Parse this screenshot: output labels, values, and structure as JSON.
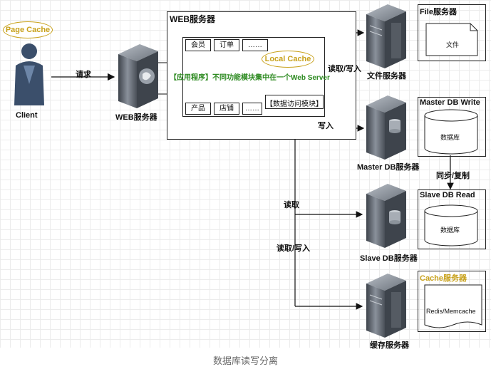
{
  "client": {
    "label": "Client",
    "page_cache": "Page Cache"
  },
  "request_label": "请求",
  "web_server": {
    "label": "WEB服务器",
    "box_title": "WEB服务器",
    "row1": [
      "会员",
      "订单",
      "……"
    ],
    "row2": [
      "产品",
      "店铺",
      "……"
    ],
    "local_cache": "Local Cache",
    "app_text": "【应用程序】不同功能模块集中在一个Web Server",
    "data_access": "【数据访问模块】"
  },
  "file_server": {
    "label": "文件服务器",
    "panel_title": "File服务器",
    "doc": "文件",
    "edge_label": "读取/写入"
  },
  "master_db": {
    "label": "Master DB服务器",
    "panel_title": "Master DB Write",
    "db": "数据库",
    "edge_label": "写入"
  },
  "sync_label": "同步/复制",
  "slave_db": {
    "label": "Slave DB服务器",
    "panel_title": "Slave DB Read",
    "db": "数据库",
    "edge_label": "读取"
  },
  "cache_server": {
    "label": "缓存服务器",
    "panel_title": "Cache服务器",
    "content": "Redis/Memcache",
    "edge_label": "读取/写入"
  },
  "caption": "数据库读写分离",
  "colors": {
    "green": "#2e8b22",
    "gold": "#c8a11b",
    "server_gray": "#5f6670",
    "client_blue": "#3b4f6b"
  }
}
